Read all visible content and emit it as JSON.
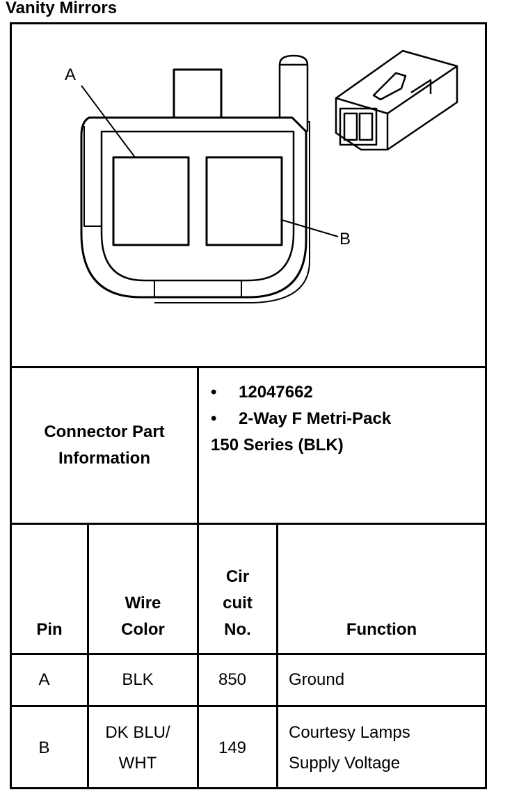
{
  "title": "Vanity Mirrors",
  "diagram": {
    "label_a": "A",
    "label_b": "B"
  },
  "part_info": {
    "label": "Connector Part Information",
    "bullets": [
      "12047662",
      "2-Way F Metri-Pack"
    ],
    "continuation": "150 Series (BLK)"
  },
  "table": {
    "headers": {
      "pin": "Pin",
      "wire_color_1": "Wire",
      "wire_color_2": "Color",
      "circuit_1": "Cir",
      "circuit_2": "cuit",
      "circuit_3": "No.",
      "function": "Function"
    },
    "rows": [
      {
        "pin": "A",
        "wire_1": "BLK",
        "wire_2": "",
        "circuit": "850",
        "function_1": "Ground",
        "function_2": ""
      },
      {
        "pin": "B",
        "wire_1": "DK BLU/",
        "wire_2": "WHT",
        "circuit": "149",
        "function_1": "Courtesy Lamps",
        "function_2": "Supply Voltage"
      }
    ]
  },
  "bullet_glyph": "•"
}
